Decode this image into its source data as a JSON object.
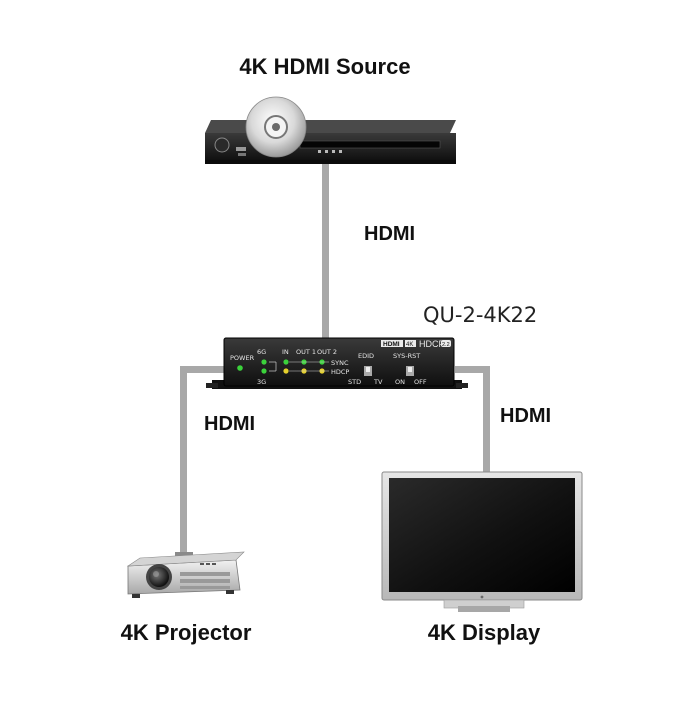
{
  "source": {
    "title": "4K HDMI Source"
  },
  "cable_labels": {
    "top": "HDMI",
    "left": "HDMI",
    "right": "HDMI"
  },
  "device": {
    "model": "QU-2-4K22",
    "led_labels": {
      "power": "POWER",
      "g6": "6G",
      "g3": "3G",
      "in": "IN",
      "out1": "OUT 1",
      "out2": "OUT 2",
      "sync": "SYNC",
      "hdcp": "HDCP"
    },
    "switch_labels": {
      "edid": "EDID",
      "std": "STD",
      "tv": "TV",
      "sysrst": "SYS-RST",
      "on": "ON",
      "off": "OFF"
    },
    "logos": {
      "hdmi": "HDMI",
      "uhd": "4K",
      "hdcp": "HDCP",
      "hdcp_ver": "2.2"
    }
  },
  "sinks": {
    "projector": "4K Projector",
    "display": "4K Display"
  },
  "colors": {
    "cable": "#a8a8a8",
    "led_green": "#3bd23b",
    "led_yellow": "#e6d12c",
    "device_body": "#222222"
  }
}
